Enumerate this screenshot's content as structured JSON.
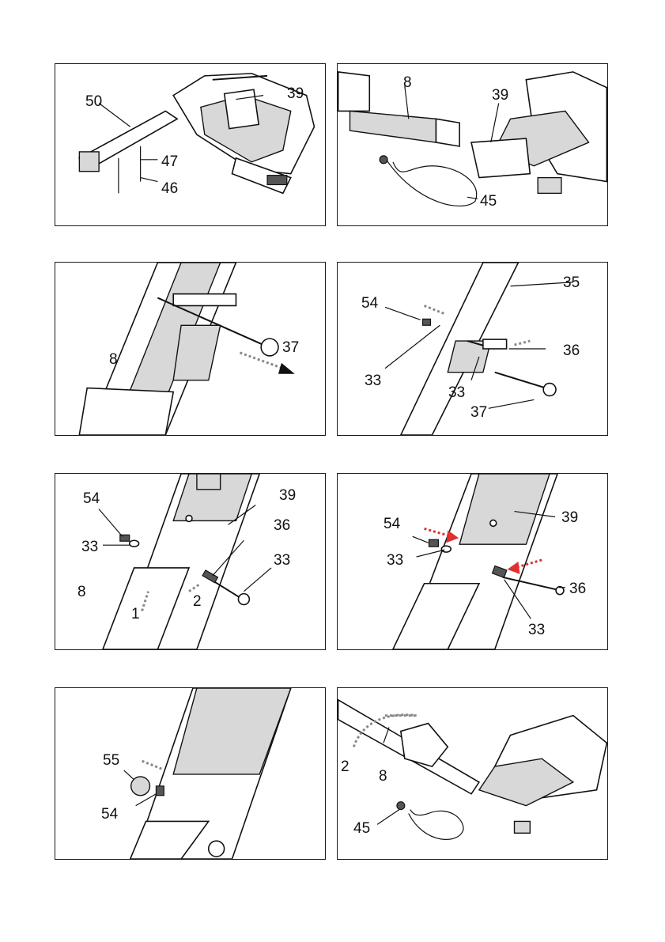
{
  "panels": [
    {
      "labels": [
        "50",
        "39",
        "47",
        "46"
      ]
    },
    {
      "labels": [
        "8",
        "39",
        "45"
      ]
    },
    {
      "labels": [
        "37",
        "8"
      ]
    },
    {
      "labels": [
        "35",
        "54",
        "36",
        "33",
        "33",
        "37"
      ]
    },
    {
      "labels": [
        "54",
        "39",
        "36",
        "33",
        "33",
        "8",
        "1",
        "2"
      ]
    },
    {
      "labels": [
        "54",
        "39",
        "33",
        "36",
        "33"
      ]
    },
    {
      "labels": [
        "55",
        "54"
      ]
    },
    {
      "labels": [
        "2",
        "8",
        "45"
      ]
    }
  ],
  "colors": {
    "outline": "#111111",
    "arrow_gray": "#888888",
    "arrow_red": "#e03030"
  }
}
